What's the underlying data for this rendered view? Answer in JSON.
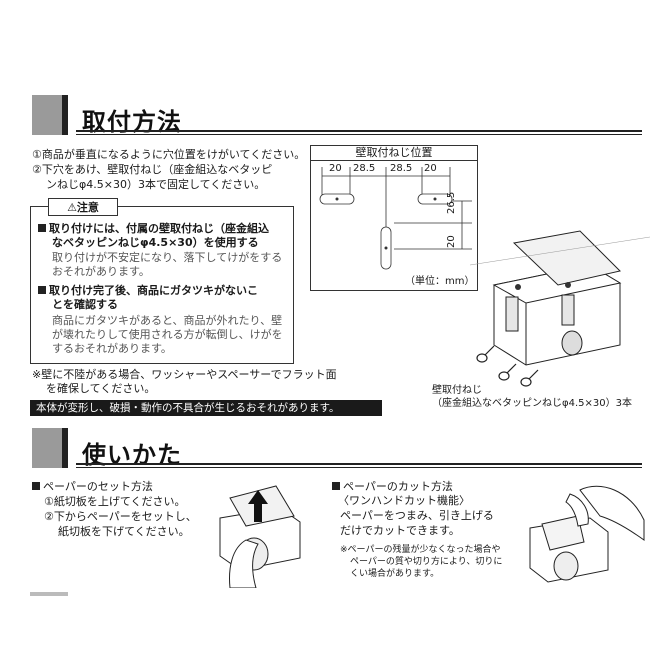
{
  "section1": {
    "title": "取付方法",
    "steps": [
      "①商品が垂直になるように穴位置をけがいてください。",
      "②下穴をあけ、壁取付ねじ（座金組込なベタッピ",
      "ンねじφ4.5×30）3本で固定してください。"
    ],
    "caution_label": "⚠注意",
    "caution_items": [
      {
        "head": [
          "取り付けには、付属の壁取付ねじ（座金組込",
          "なベタッピンねじφ4.5×30）を使用する"
        ],
        "body": [
          "取り付けが不安定になり、落下してけがをする",
          "おそれがあります。"
        ]
      },
      {
        "head": [
          "取り付け完了後、商品にガタツキがないこ",
          "とを確認する"
        ],
        "body": [
          "商品にガタツキがあると、商品が外れたり、壁",
          "が壊れたりして使用される方が転倒し、けがを",
          "するおそれがあります。"
        ]
      }
    ],
    "note": [
      "※壁に不陸がある場合、ワッシャーやスペーサーでフラット面",
      "を確保してください。"
    ],
    "warning_bar": "本体が変形し、破損・動作の不具合が生じるおそれがあります。",
    "diagram": {
      "title": "壁取付ねじ位置",
      "dims_h": [
        "20",
        "28.5",
        "28.5",
        "20"
      ],
      "dims_v": [
        "26.5",
        "20"
      ],
      "unit": "（単位：mm）"
    },
    "screw_caption": [
      "壁取付ねじ",
      "（座金組込なベタッピンねじφ4.5×30）3本"
    ]
  },
  "section2": {
    "title": "使いかた",
    "set": {
      "head": "ペーパーのセット方法",
      "lines": [
        "①紙切板を上げてください。",
        "②下からペーパーをセットし、",
        "紙切板を下げてください。"
      ]
    },
    "cut": {
      "head": "ペーパーのカット方法",
      "sub": "〈ワンハンドカット機能〉",
      "lines": [
        "ペーパーをつまみ、引き上げる",
        "だけでカットできます。"
      ],
      "note": [
        "※ペーパーの残量が少なくなった場合や",
        "ペーパーの質や切り方により、切りに",
        "くい場合があります。"
      ]
    }
  }
}
